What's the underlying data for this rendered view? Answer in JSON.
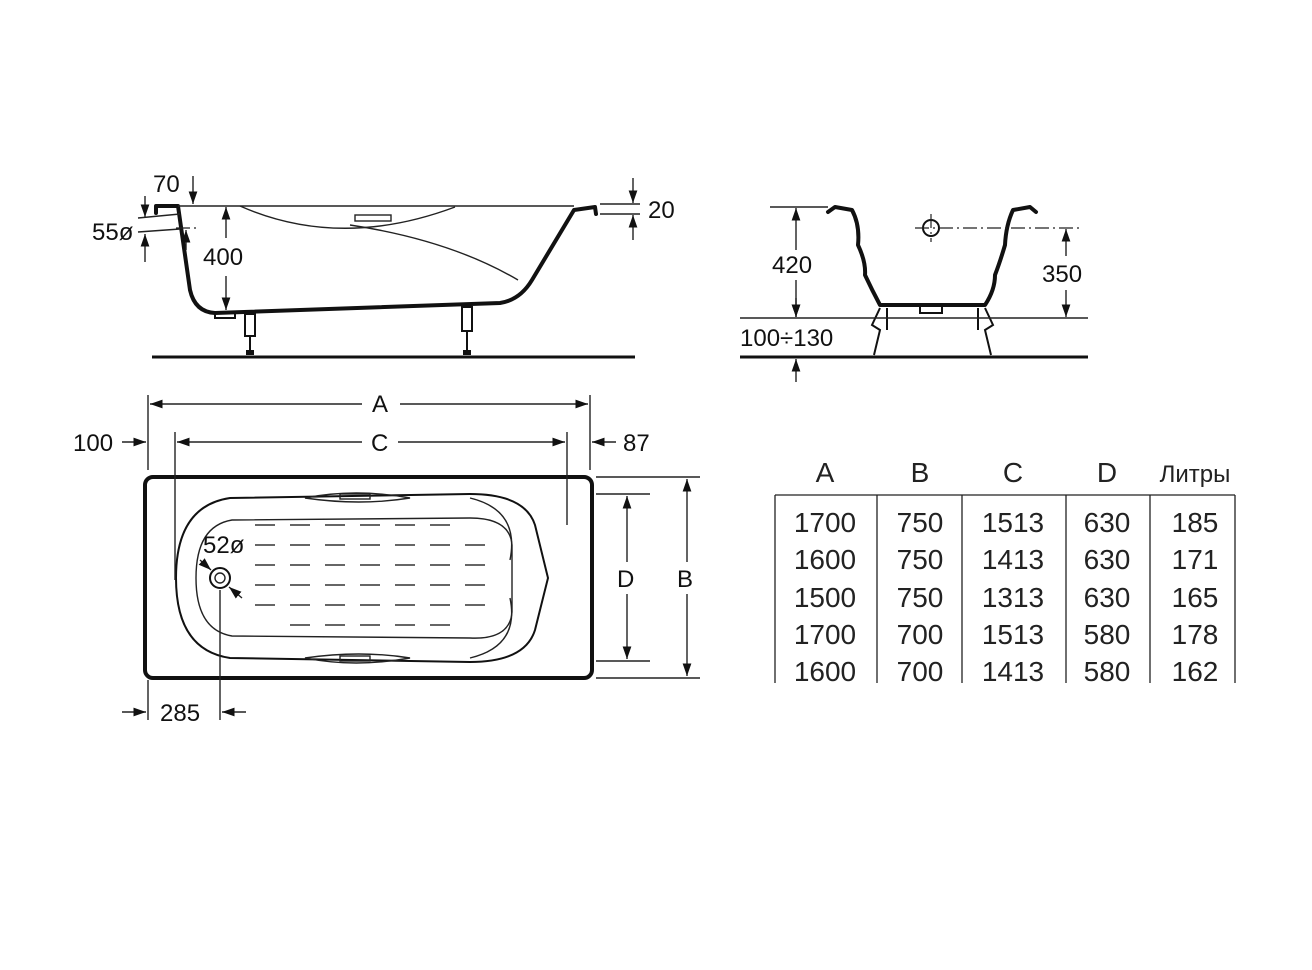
{
  "side_view": {
    "dim_rim": "70",
    "dim_overflow": "55ø",
    "dim_depth": "400",
    "dim_rim_thickness": "20"
  },
  "end_view": {
    "dim_height": "420",
    "dim_overflow_height": "350",
    "dim_legs": "100÷130"
  },
  "plan_view": {
    "dim_a": "A",
    "dim_c": "C",
    "dim_left": "100",
    "dim_right": "87",
    "dim_d": "D",
    "dim_b": "B",
    "dim_drain": "52ø",
    "dim_drain_offset": "285"
  },
  "table": {
    "headers": [
      "A",
      "B",
      "C",
      "D",
      "Литры"
    ],
    "rows": [
      [
        "1700",
        "750",
        "1513",
        "630",
        "185"
      ],
      [
        "1600",
        "750",
        "1413",
        "630",
        "171"
      ],
      [
        "1500",
        "750",
        "1313",
        "630",
        "165"
      ],
      [
        "1700",
        "700",
        "1513",
        "580",
        "178"
      ],
      [
        "1600",
        "700",
        "1413",
        "580",
        "162"
      ]
    ]
  }
}
